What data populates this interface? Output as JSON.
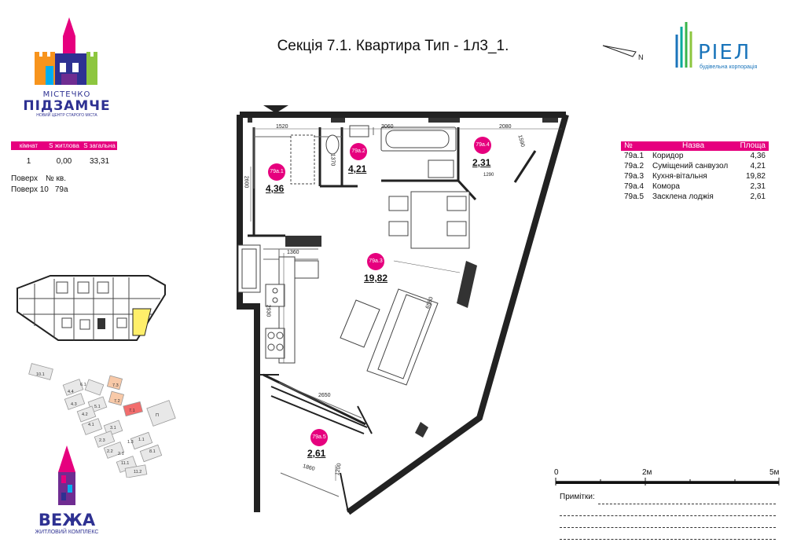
{
  "title": "Секція 7.1. Квартира Тип - 1л3_1.",
  "logo_top": {
    "line1": "МІСТЕЧКО",
    "line2": "ПІДЗАМЧЕ",
    "line3": "НОВИЙ ЦЕНТР СТАРОГО МІСТА"
  },
  "logo_bottom": {
    "line1": "ВЕЖА",
    "line2": "ЖИТЛОВИЙ КОМПЛЕКС"
  },
  "brand": {
    "name": "РІЕЛ",
    "subtitle": "будівельна корпорація"
  },
  "compass": {
    "label": "N"
  },
  "info": {
    "headers": [
      "кімнат",
      "S житлова",
      "S загальна"
    ],
    "values": [
      "1",
      "0,00",
      "33,31"
    ],
    "floor_label": "Поверх",
    "apt_label": "№ кв.",
    "floor_value": "Поверх 10",
    "apt_value": "79а"
  },
  "rooms_table": {
    "headers": [
      "№",
      "Назва",
      "Площа"
    ],
    "rows": [
      [
        "79а.1",
        "Коридор",
        "4,36"
      ],
      [
        "79а.2",
        "Суміщений санвузол",
        "4,21"
      ],
      [
        "79а.3",
        "Кухня-вітальня",
        "19,82"
      ],
      [
        "79а.4",
        "Комора",
        "2,31"
      ],
      [
        "79а.5",
        "Засклена лоджія",
        "2,61"
      ]
    ]
  },
  "plan": {
    "rooms": [
      {
        "id": "79а.1",
        "area": "4,36"
      },
      {
        "id": "79а.2",
        "area": "4,21"
      },
      {
        "id": "79а.3",
        "area": "19,82"
      },
      {
        "id": "79а.4",
        "area": "2,31"
      },
      {
        "id": "79а.5",
        "area": "2,61"
      }
    ],
    "dims": [
      "1520",
      "3060",
      "2080",
      "1590",
      "1290",
      "2600",
      "1370",
      "1360",
      "2930",
      "6580",
      "2650",
      "1860",
      "1200"
    ]
  },
  "site": {
    "sections": [
      "10.1",
      "6.1",
      "4.4",
      "7.3",
      "4.3",
      "5.1",
      "7.2",
      "7.1",
      "П",
      "4.2",
      "4.1",
      "3.1",
      "2.3",
      "2.2",
      "1.3",
      "1.1",
      "2.1",
      "8.1",
      "11.1",
      "11.2"
    ]
  },
  "scale": {
    "labels": [
      "0",
      "2м",
      "5м"
    ]
  },
  "notes": {
    "label": "Примітки:"
  },
  "colors": {
    "accent": "#e6007e",
    "highlight": "#ffef6a",
    "section_hl": "#f26d6d",
    "section_light": "#f8c9a8"
  }
}
